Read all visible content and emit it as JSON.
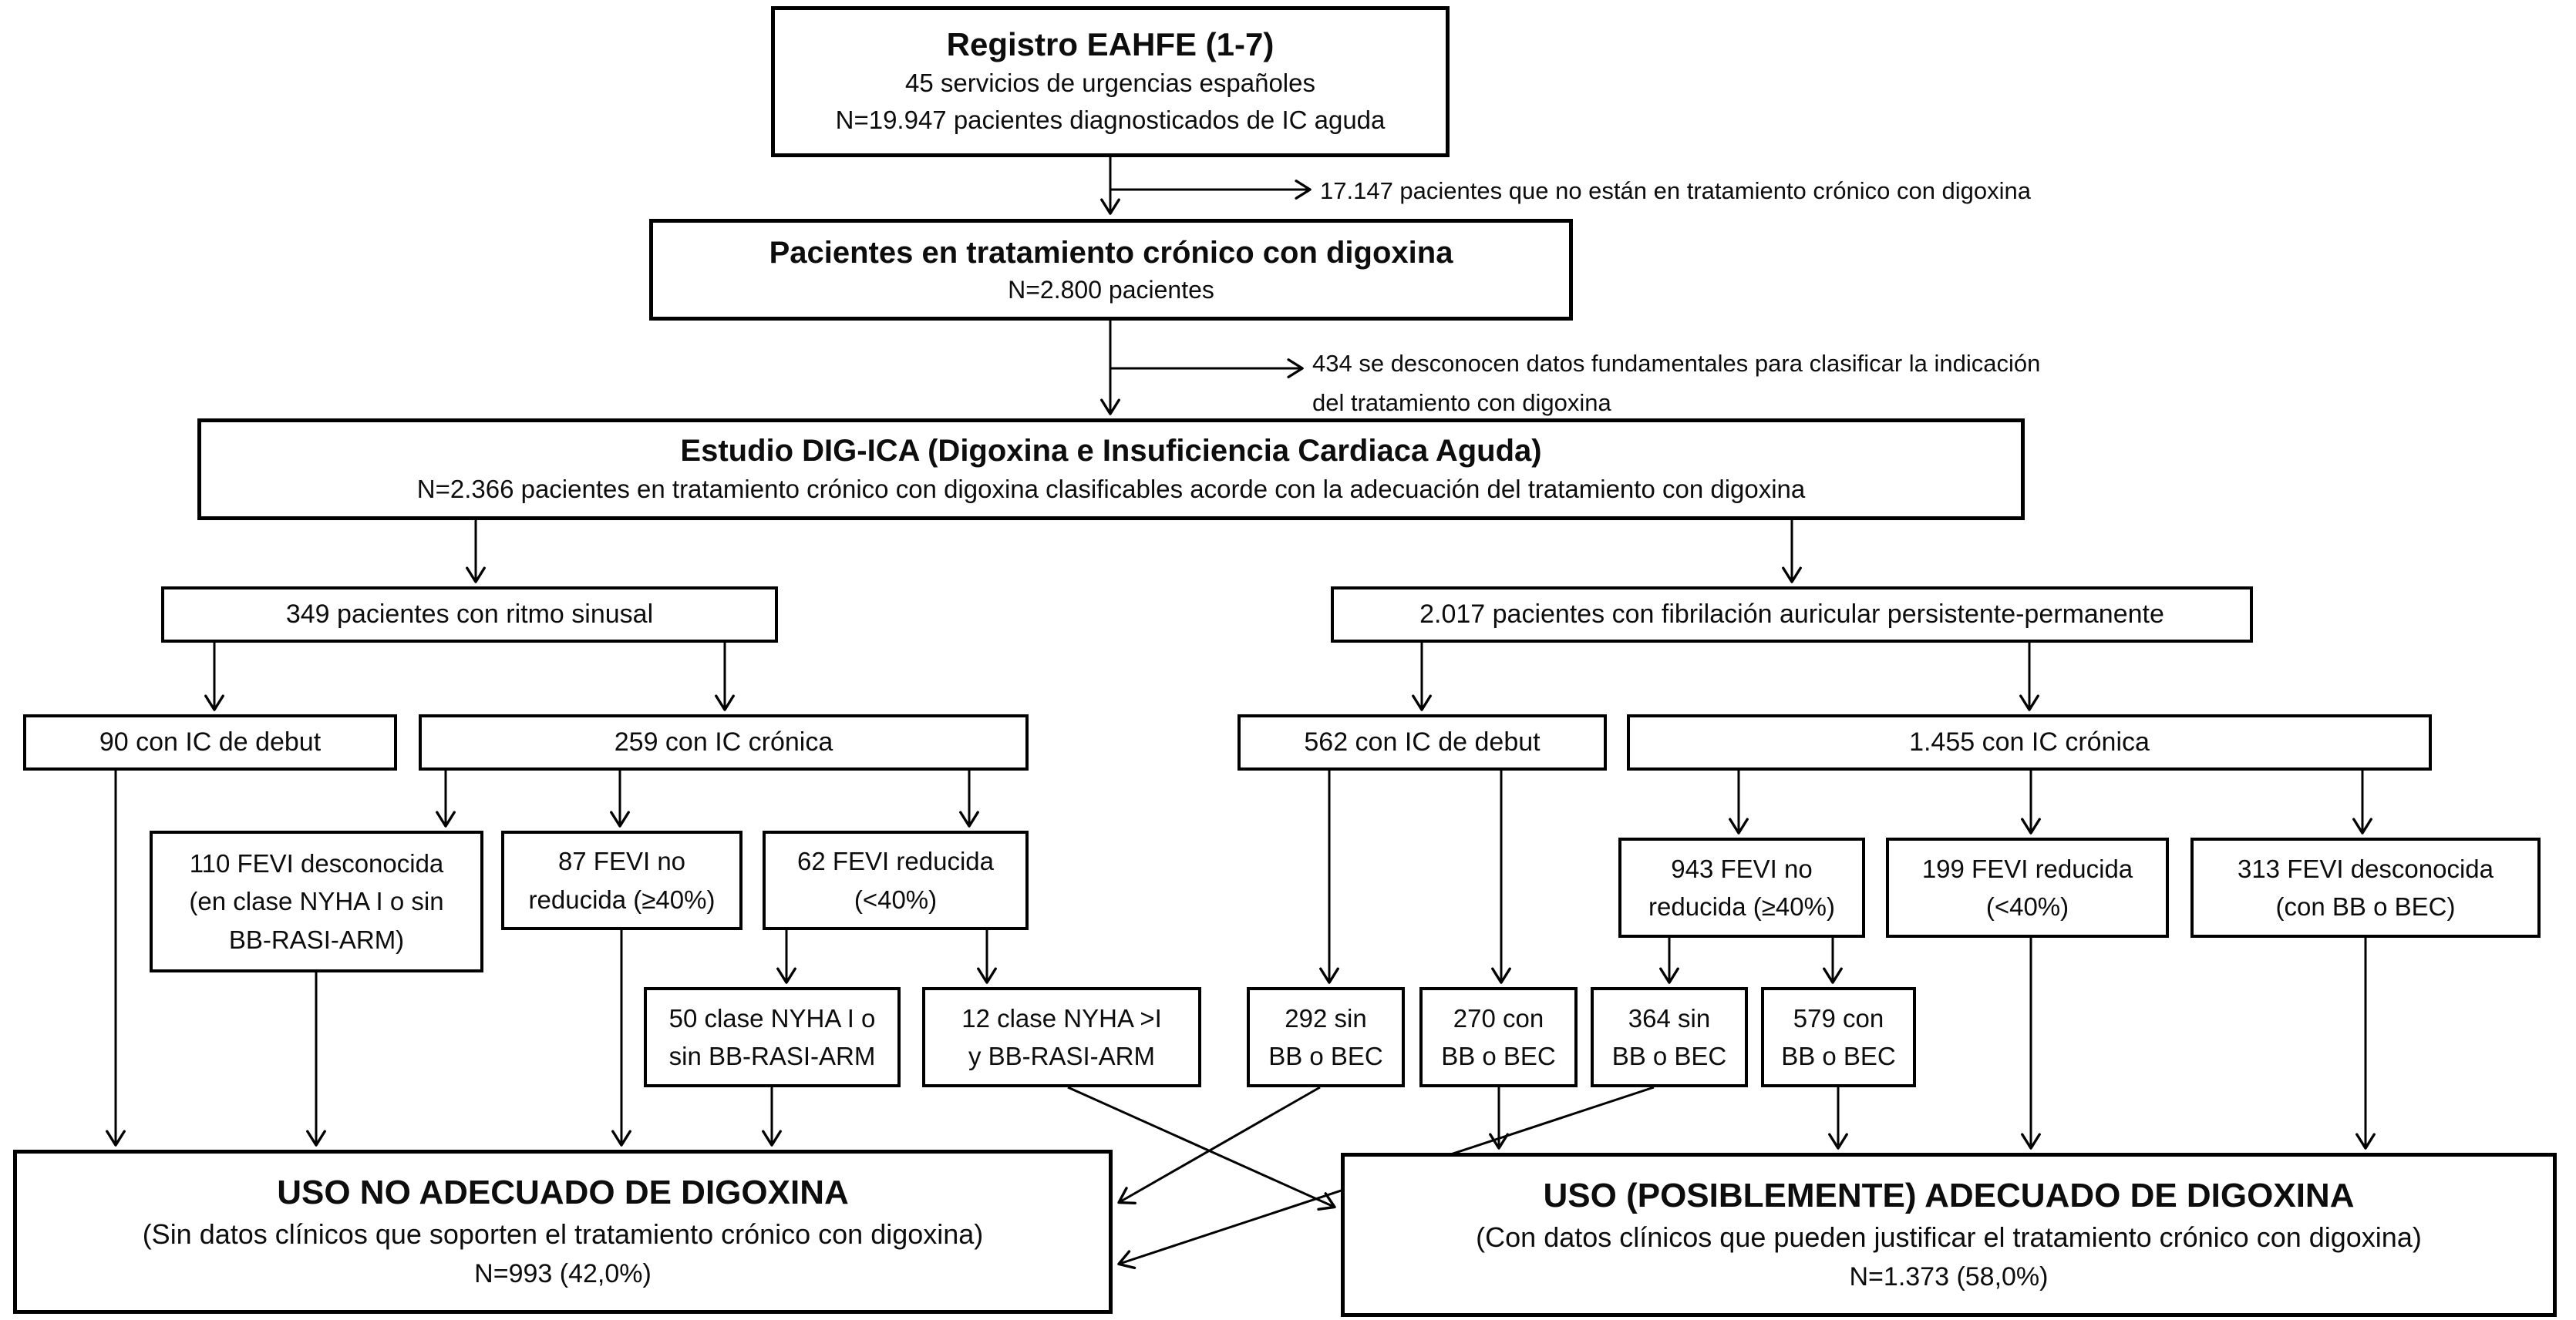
{
  "diagram": {
    "registro": {
      "title": "Registro EAHFE (1-7)",
      "line1": "45 servicios de urgencias españoles",
      "line2": "N=19.947 pacientes diagnosticados de IC aguda"
    },
    "excluded1": "17.147 pacientes que no están en tratamiento crónico con digoxina",
    "tratamiento": {
      "title": "Pacientes en tratamiento crónico con digoxina",
      "line1": "N=2.800 pacientes"
    },
    "excluded2": "434 se desconocen datos fundamentales para clasificar la indicación\ndel tratamiento con digoxina",
    "estudio": {
      "title": "Estudio DIG-ICA (Digoxina e Insuficiencia Cardiaca Aguda)",
      "line1": "N=2.366 pacientes en tratamiento crónico con digoxina clasificables acorde con la adecuación del tratamiento con digoxina"
    },
    "ritmo_sinusal": "349 pacientes con ritmo sinusal",
    "fibrilacion": "2.017 pacientes con fibrilación auricular persistente-permanente",
    "ic_debut_rs": "90 con IC de debut",
    "ic_cronica_rs": "259 con IC crónica",
    "ic_debut_fa": "562 con IC de debut",
    "ic_cronica_fa": "1.455 con IC crónica",
    "fevi_desconocida_rs": "110 FEVI desconocida\n(en clase NYHA I o sin\nBB-RASI-ARM)",
    "fevi_no_reducida_rs": "87 FEVI no\nreducida (≥40%)",
    "fevi_reducida_rs": "62 FEVI reducida\n(<40%)",
    "fevi_no_reducida_fa": "943 FEVI no\nreducida (≥40%)",
    "fevi_reducida_fa": "199 FEVI reducida\n(<40%)",
    "fevi_desconocida_fa": "313 FEVI desconocida\n(con BB o BEC)",
    "nyha_i": "50 clase NYHA I o\nsin BB-RASI-ARM",
    "nyha_gt_i": "12 clase NYHA >I\ny BB-RASI-ARM",
    "sin_bb_292": "292 sin\nBB o BEC",
    "con_bb_270": "270 con\nBB o BEC",
    "sin_bb_364": "364 sin\nBB o BEC",
    "con_bb_579": "579 con\nBB o BEC",
    "uso_no": {
      "title": "USO NO ADECUADO DE DIGOXINA",
      "line1": "(Sin datos clínicos que soporten el tratamiento crónico con digoxina)",
      "line2": "N=993 (42,0%)"
    },
    "uso_si": {
      "title": "USO (POSIBLEMENTE) ADECUADO DE DIGOXINA",
      "line1": "(Con datos clínicos que pueden justificar el tratamiento crónico con digoxina)",
      "line2": "N=1.373 (58,0%)"
    }
  }
}
